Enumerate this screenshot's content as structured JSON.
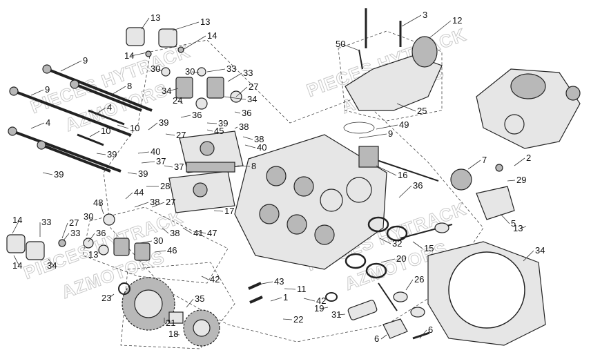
{
  "watermark": {
    "brand_a": "PIECES HYTRACK",
    "brand_b": "AZMOTORS"
  },
  "callouts": [
    "13",
    "13",
    "14",
    "14",
    "3",
    "12",
    "50",
    "9",
    "30",
    "30",
    "33",
    "33",
    "34",
    "8",
    "27",
    "9",
    "34",
    "4",
    "10",
    "36",
    "39",
    "36",
    "39",
    "45",
    "38",
    "38",
    "40",
    "27",
    "24",
    "25",
    "49",
    "9",
    "4",
    "10",
    "39",
    "40",
    "39",
    "37",
    "37",
    "8",
    "39",
    "28",
    "16",
    "7",
    "2",
    "29",
    "36",
    "44",
    "38",
    "27",
    "48",
    "17",
    "5",
    "13",
    "14",
    "33",
    "27",
    "30",
    "33",
    "36",
    "38",
    "41",
    "47",
    "32",
    "15",
    "34",
    "30",
    "13",
    "14",
    "34",
    "46",
    "20",
    "42",
    "43",
    "11",
    "23",
    "35",
    "42",
    "1",
    "19",
    "31",
    "26",
    "22",
    "21",
    "18",
    "6",
    "6"
  ]
}
